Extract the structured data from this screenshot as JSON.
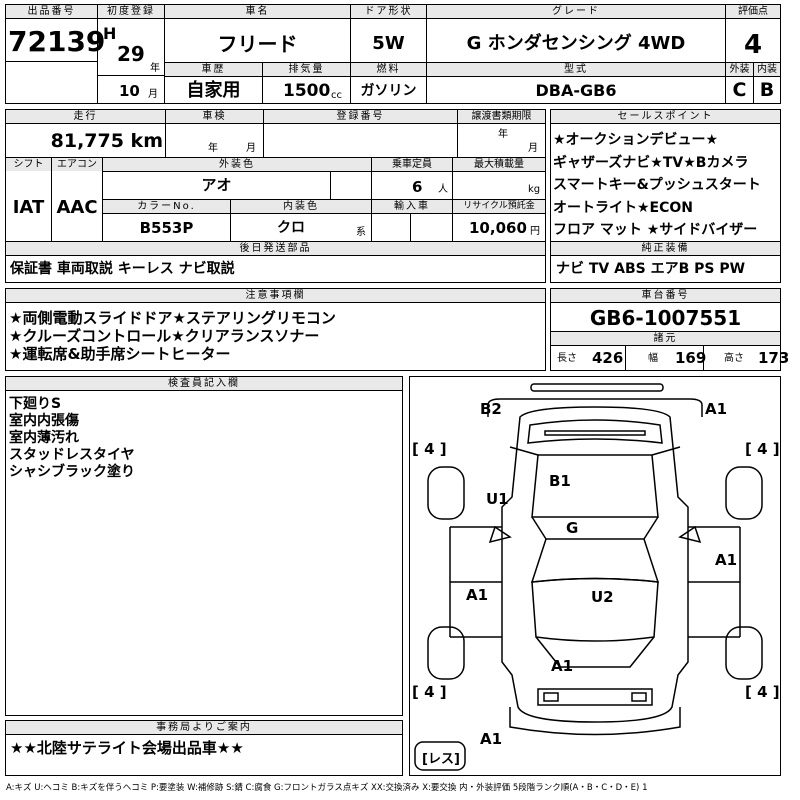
{
  "header": {
    "lot_no_label": "出品番号",
    "lot_no": "72139",
    "first_reg_label": "初度登録",
    "era": "H",
    "year": "29",
    "year_unit": "年",
    "month": "10",
    "month_unit": "月",
    "car_name_label": "車名",
    "car_name": "フリード",
    "door_label": "ドア形状",
    "door": "5W",
    "grade_label": "グレード",
    "grade": "G ホンダセンシング 4WD",
    "score_label": "評価点",
    "score": "4",
    "history_label": "車歴",
    "history": "自家用",
    "displacement_label": "排気量",
    "displacement": "1500",
    "cc_unit": "cc",
    "fuel_label": "燃料",
    "fuel": "ガソリン",
    "model_label": "型式",
    "model": "DBA-GB6",
    "ext_label": "外装",
    "ext_grade": "C",
    "int_label": "内装",
    "int_grade": "B"
  },
  "row2": {
    "mileage_label": "走行",
    "mileage": "81,775 km",
    "inspection_label": "車検",
    "insp_year_unit": "年",
    "insp_month_unit": "月",
    "reg_no_label": "登録番号",
    "doc_deadline_label": "譲渡書類期限",
    "doc_year_unit": "年",
    "doc_month_unit": "月",
    "shift_label": "シフト",
    "shift": "IAT",
    "ac_label": "エアコン",
    "ac": "AAC",
    "ext_color_label": "外装色",
    "ext_color": "アオ",
    "capacity_label": "乗車定員",
    "capacity": "6",
    "capacity_unit": "人",
    "max_load_label": "最大積載量",
    "max_load_unit": "kg",
    "color_no_label": "カラーNo.",
    "color_no": "B553P",
    "int_color_label": "内装色",
    "int_color": "クロ",
    "int_color_unit": "系",
    "import_label": "輸入車",
    "recycle_label": "リサイクル預託金",
    "recycle_fee": "10,060",
    "recycle_unit": "円",
    "later_parts_label": "後日発送部品",
    "later_parts": "保証書 車両取説 キーレス ナビ取説"
  },
  "sales": {
    "label": "セールスポイント",
    "points": [
      "★オークションデビュー★",
      "ギャザーズナビ★TV★Bカメラ",
      "スマートキー&プッシュスタート",
      "オートライト★ECON",
      "フロア マット ★サイドバイザー"
    ],
    "equip_label": "純正装備",
    "equipment": "ナビ TV ABS エアB PS PW"
  },
  "notes": {
    "label": "注意事項欄",
    "items": [
      "★両側電動スライドドア★ステアリングリモコン",
      "★クルーズコントロール★クリアランスソナー",
      "★運転席&助手席シートヒーター"
    ]
  },
  "chassis": {
    "label": "車台番号",
    "number": "GB6-1007551",
    "specs_label": "諸元",
    "length_label": "長さ",
    "length": "426",
    "width_label": "幅",
    "width": "169",
    "height_label": "高さ",
    "height": "173"
  },
  "inspector": {
    "label": "検査員記入欄",
    "items": [
      "下廻りS",
      "室内内張傷",
      "室内薄汚れ",
      "スタッドレスタイヤ",
      "シャシブラック塗り"
    ]
  },
  "office": {
    "label": "事務局よりご案内",
    "message": "★★北陸サテライト会場出品車★★"
  },
  "diagram": {
    "marks": {
      "b2": "B2",
      "a1_top": "A1",
      "b1": "B1",
      "u1": "U1",
      "g": "G",
      "a1_right": "A1",
      "a1_left": "A1",
      "u2": "U2",
      "a1_front": "A1",
      "a1_bottom": "A1"
    },
    "tires": {
      "tl": "[ 4 ]",
      "tr": "[ 4 ]",
      "bl": "[ 4 ]",
      "br": "[ 4 ]"
    },
    "spare": "[レス]"
  },
  "legend": "A:キズ U:ヘコミ B:キズを伴うヘコミ P:要塗装 W:補修跡 S:錆 C:腐食 G:フロントガラス点キズ XX:交換済み X:要交換 内・外装評価 5段階ランク順(A・B・C・D・E) 1"
}
